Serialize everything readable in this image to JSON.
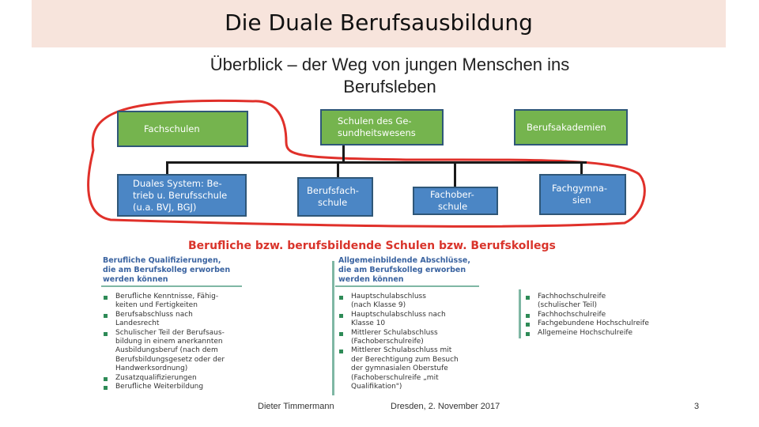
{
  "title": "Die Duale Berufsausbildung",
  "subtitle_line1": "Überblick – der Weg von jungen Menschen ins",
  "subtitle_line2": "Berufsleben",
  "boxes": {
    "fachschulen": "Fachschulen",
    "gesundheit_1": "Schulen des Ge-",
    "gesundheit_2": "sundheitswesens",
    "berufsakademien": "Berufsakademien",
    "duales_1": "Duales System: Be-",
    "duales_2": "trieb u. Berufsschule",
    "duales_3": "(u.a. BVJ, BGJ)",
    "berufsfach_1": "Berufsfach-",
    "berufsfach_2": "schule",
    "fachober_1": "Fachober-",
    "fachober_2": "schule",
    "fachgym_1": "Fachgymna-",
    "fachgym_2": "sien"
  },
  "section_heading": "Berufliche bzw. berufsbildende Schulen bzw. Berufskollegs",
  "col1_head": [
    "Berufliche Qualifizierungen,",
    "die am Berufskolleg erworben",
    "werden können"
  ],
  "col1_items": [
    "Berufliche Kenntnisse, Fähig-\nkeiten und Fertigkeiten",
    "Berufsabschluss nach\nLandesrecht",
    "Schulischer Teil der Berufsaus-\nbildung in einem anerkannten\nAusbildungsberuf (nach dem\nBerufsbildungsgesetz oder der\nHandwerksordnung)",
    "Zusatzqualifizierungen",
    "Berufliche Weiterbildung"
  ],
  "col2_head": [
    "Allgemeinbildende Abschlüsse,",
    "die am Berufskolleg erworben",
    "werden können"
  ],
  "col2_items": [
    "Hauptschulabschluss\n(nach Klasse 9)",
    "Hauptschulabschluss nach\nKlasse 10",
    "Mittlerer Schulabschluss\n(Fachoberschulreife)",
    "Mittlerer Schulabschluss mit\nder Berechtigung zum Besuch\nder gymnasialen Oberstufe\n(Fachoberschulreife „mit\nQualifikation\")"
  ],
  "col3_items": [
    "Fachhochschulreife\n(schulischer Teil)",
    "Fachhochschulreife",
    "Fachgebundene Hochschulreife",
    "Allgemeine Hochschulreife"
  ],
  "footer": {
    "author": "Dieter Timmermann",
    "place_date": "Dresden, 2. November 2017",
    "page": "3"
  },
  "colors": {
    "green_box": "#75b44e",
    "blue_box": "#4b86c5",
    "red_outline": "#e0302a",
    "heading_red": "#d9342b"
  }
}
